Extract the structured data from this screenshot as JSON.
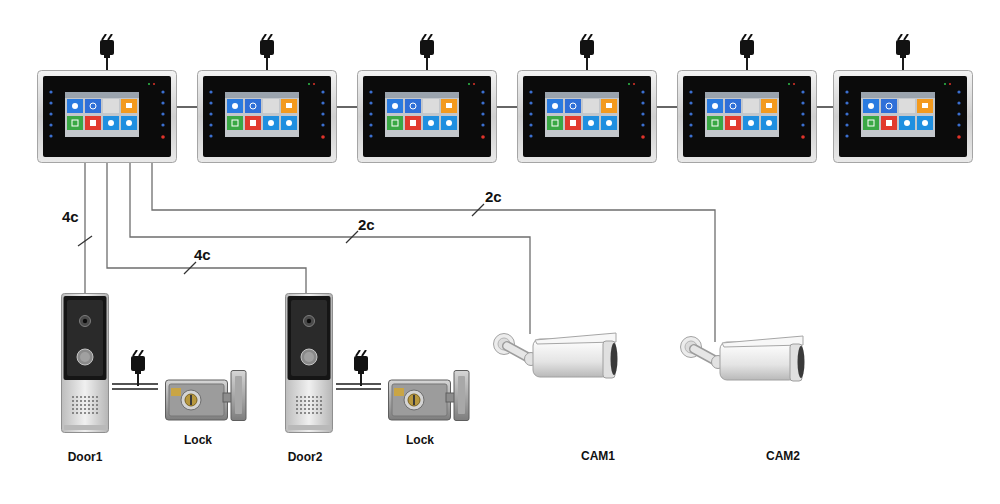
{
  "diagram": {
    "nodes": [
      {
        "text": [
          "Door1"
        ]
      },
      {
        "text": [
          "Lock"
        ]
      },
      {
        "text": [
          "Door2"
        ]
      },
      {
        "text": [
          "Lock"
        ]
      },
      {
        "text": [
          "CAM1"
        ]
      },
      {
        "text": [
          "CAM2"
        ]
      }
    ],
    "edges": [
      {
        "from": 0,
        "to": 1,
        "arrow": "none"
      },
      {
        "from": 2,
        "to": 3,
        "arrow": "none"
      }
    ],
    "labels": [
      "4c",
      "4c",
      "2c",
      "2c"
    ]
  }
}
